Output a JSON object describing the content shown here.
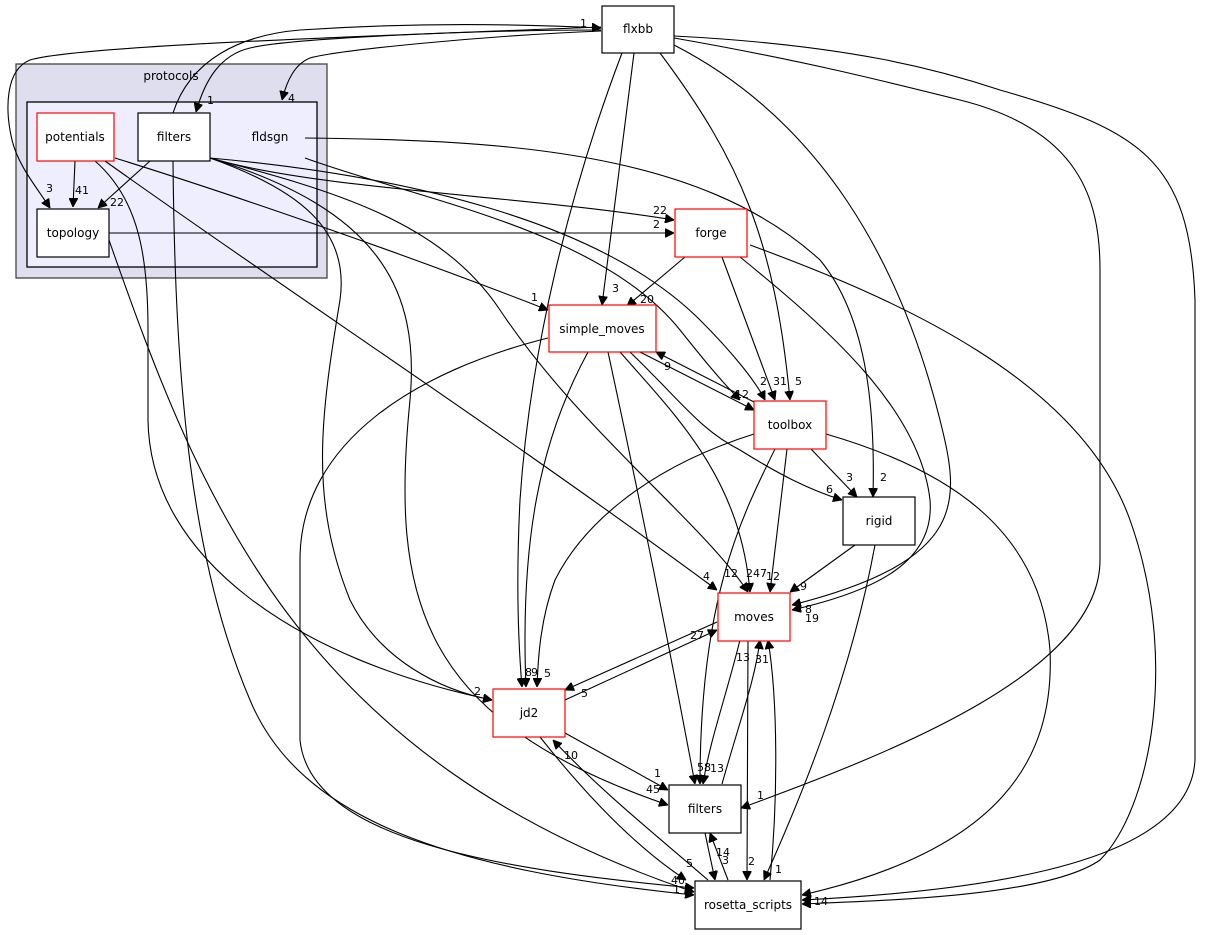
{
  "diagram": {
    "title": "Directory dependency graph",
    "colors": {
      "outer_cluster_fill": "#dedeee",
      "inner_cluster_fill": "#eeeeff",
      "cluster_border": "#444444",
      "node_fill": "#ffffff",
      "node_border_black": "#000000",
      "node_border_red": "#ff0000",
      "edge": "#000000"
    },
    "clusters": [
      {
        "id": "protocols",
        "label": "protocols"
      },
      {
        "id": "fldsgn_cluster",
        "label": "fldsgn"
      }
    ],
    "nodes": [
      {
        "id": "flxbb",
        "label": "flxbb",
        "border": "black"
      },
      {
        "id": "potentials",
        "label": "potentials",
        "border": "red"
      },
      {
        "id": "filters_inner",
        "label": "filters",
        "border": "black"
      },
      {
        "id": "topology",
        "label": "topology",
        "border": "black"
      },
      {
        "id": "forge",
        "label": "forge",
        "border": "red"
      },
      {
        "id": "simple_moves",
        "label": "simple_moves",
        "border": "red"
      },
      {
        "id": "toolbox",
        "label": "toolbox",
        "border": "red"
      },
      {
        "id": "rigid",
        "label": "rigid",
        "border": "black"
      },
      {
        "id": "moves",
        "label": "moves",
        "border": "red"
      },
      {
        "id": "jd2",
        "label": "jd2",
        "border": "red"
      },
      {
        "id": "filters",
        "label": "filters",
        "border": "black"
      },
      {
        "id": "rosetta_scripts",
        "label": "rosetta_scripts",
        "border": "black"
      }
    ],
    "edge_labels": [
      {
        "id": "l_flxbb_1",
        "text": "1"
      },
      {
        "id": "l_filtersin_1",
        "text": "1"
      },
      {
        "id": "l_fldsgn_4",
        "text": "4"
      },
      {
        "id": "l_topo_3",
        "text": "3"
      },
      {
        "id": "l_topo_41",
        "text": "41"
      },
      {
        "id": "l_topo_22",
        "text": "22"
      },
      {
        "id": "l_forge_22",
        "text": "22"
      },
      {
        "id": "l_forge_2",
        "text": "2"
      },
      {
        "id": "l_sm_1",
        "text": "1"
      },
      {
        "id": "l_sm_3",
        "text": "3"
      },
      {
        "id": "l_sm_20",
        "text": "20"
      },
      {
        "id": "l_sm_9",
        "text": "9"
      },
      {
        "id": "l_tb_12",
        "text": "12"
      },
      {
        "id": "l_tb_2",
        "text": "2"
      },
      {
        "id": "l_tb_31",
        "text": "31"
      },
      {
        "id": "l_tb_5",
        "text": "5"
      },
      {
        "id": "l_rigid_6",
        "text": "6"
      },
      {
        "id": "l_rigid_3",
        "text": "3"
      },
      {
        "id": "l_rigid_2",
        "text": "2"
      },
      {
        "id": "l_moves_4",
        "text": "4"
      },
      {
        "id": "l_moves_12a",
        "text": "12"
      },
      {
        "id": "l_moves_247",
        "text": "247"
      },
      {
        "id": "l_moves_12b",
        "text": "12"
      },
      {
        "id": "l_moves_9",
        "text": "9"
      },
      {
        "id": "l_moves_8",
        "text": "8"
      },
      {
        "id": "l_moves_19",
        "text": "19"
      },
      {
        "id": "l_moves_27",
        "text": "27"
      },
      {
        "id": "l_moves_13",
        "text": "13"
      },
      {
        "id": "l_moves_31",
        "text": "31"
      },
      {
        "id": "l_jd2_8",
        "text": "8"
      },
      {
        "id": "l_jd2_9",
        "text": "9"
      },
      {
        "id": "l_jd2_5a",
        "text": "5"
      },
      {
        "id": "l_jd2_5b",
        "text": "5"
      },
      {
        "id": "l_jd2_2",
        "text": "2"
      },
      {
        "id": "l_jd2_10",
        "text": "10"
      },
      {
        "id": "l_filt_1",
        "text": "1"
      },
      {
        "id": "l_filt_45",
        "text": "45"
      },
      {
        "id": "l_filt_58",
        "text": "58"
      },
      {
        "id": "l_filt_13",
        "text": "13"
      },
      {
        "id": "l_filt_1b",
        "text": "1"
      },
      {
        "id": "l_rs_14",
        "text": "14"
      },
      {
        "id": "l_rs_3",
        "text": "3"
      },
      {
        "id": "l_rs_2",
        "text": "2"
      },
      {
        "id": "l_rs_1",
        "text": "1"
      },
      {
        "id": "l_rs_5",
        "text": "5"
      },
      {
        "id": "l_rs_40",
        "text": "40"
      },
      {
        "id": "l_rs_1b",
        "text": "1"
      },
      {
        "id": "l_rs_14b",
        "text": "14"
      }
    ]
  }
}
